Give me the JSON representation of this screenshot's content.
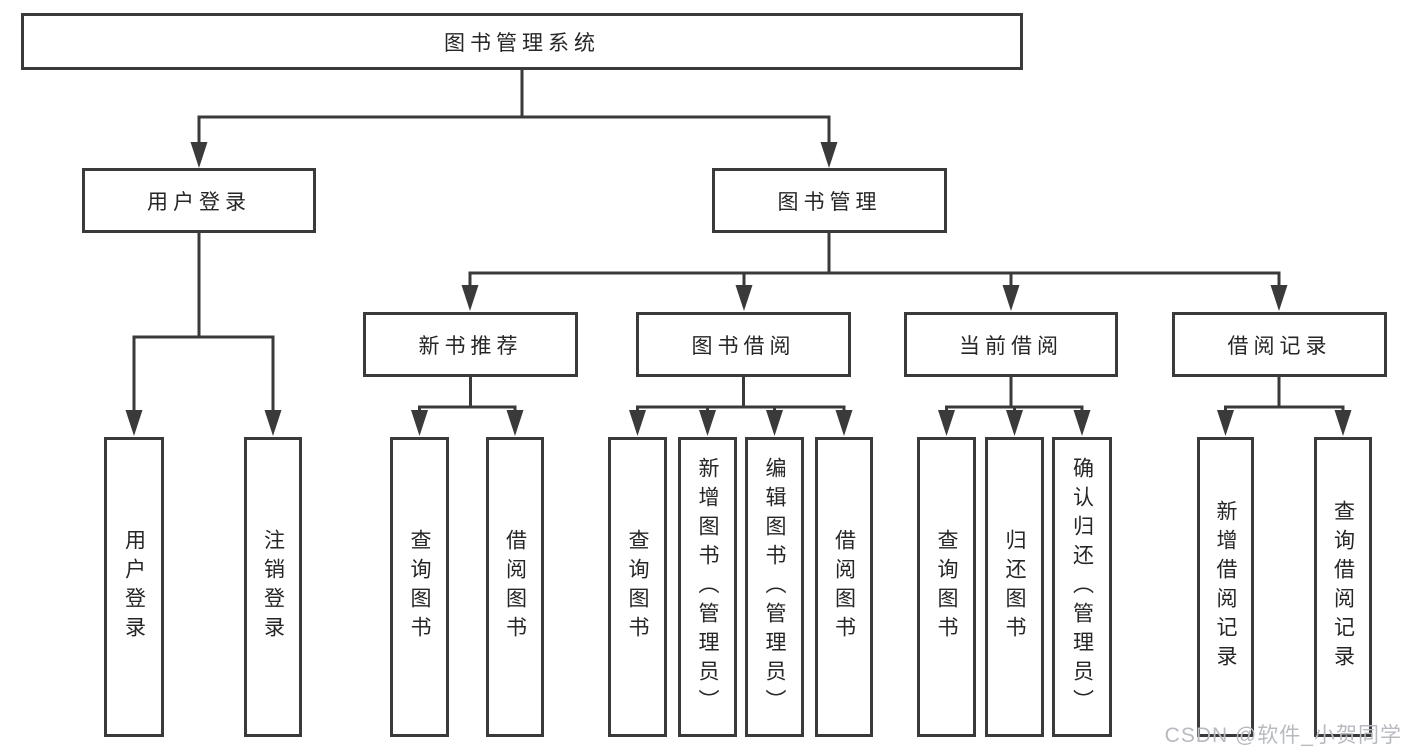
{
  "tree": {
    "root": {
      "label": "图书管理系统",
      "children": [
        {
          "label": "用户登录",
          "children": [
            {
              "label": "用户登录"
            },
            {
              "label": "注销登录"
            }
          ]
        },
        {
          "label": "图书管理",
          "children": [
            {
              "label": "新书推荐",
              "children": [
                {
                  "label": "查询图书"
                },
                {
                  "label": "借阅图书"
                }
              ]
            },
            {
              "label": "图书借阅",
              "children": [
                {
                  "label": "查询图书"
                },
                {
                  "label": "新增图书（管理员）"
                },
                {
                  "label": "编辑图书（管理员）"
                },
                {
                  "label": "借阅图书"
                }
              ]
            },
            {
              "label": "当前借阅",
              "children": [
                {
                  "label": "查询图书"
                },
                {
                  "label": "归还图书"
                },
                {
                  "label": "确认归还（管理员）"
                }
              ]
            },
            {
              "label": "借阅记录",
              "children": [
                {
                  "label": "新增借阅记录"
                },
                {
                  "label": "查询借阅记录"
                }
              ]
            }
          ]
        }
      ]
    }
  },
  "watermark": {
    "text": "CSDN @软件_小贺同学"
  },
  "colors": {
    "line": "#3a3a3a",
    "text": "#262626",
    "background": "#ffffff",
    "watermark": "#b7bac0"
  }
}
